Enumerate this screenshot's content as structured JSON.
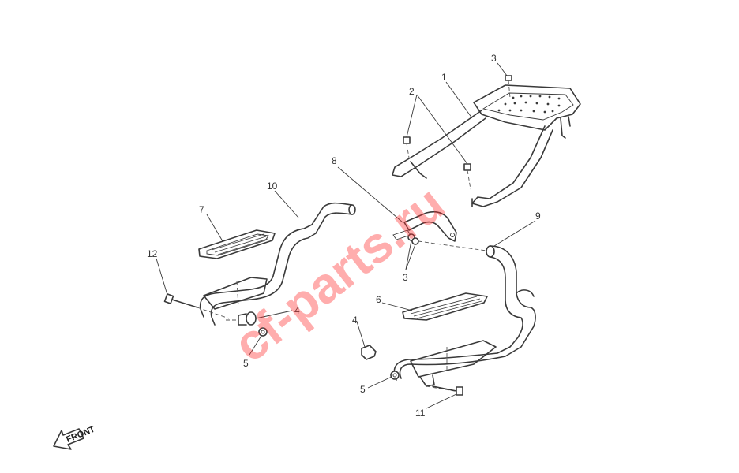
{
  "callouts": {
    "c1": "1",
    "c2": "2",
    "c3a": "3",
    "c3b": "3",
    "c4a": "4",
    "c4b": "4",
    "c5a": "5",
    "c5b": "5",
    "c6": "6",
    "c7": "7",
    "c8": "8",
    "c9": "9",
    "c10": "10",
    "c11": "11",
    "c12": "12"
  },
  "watermark": "cf-parts.ru",
  "direction_badge": "FRONT",
  "colors": {
    "line": "#3a3a3a",
    "watermark": "#ff2b2b"
  }
}
